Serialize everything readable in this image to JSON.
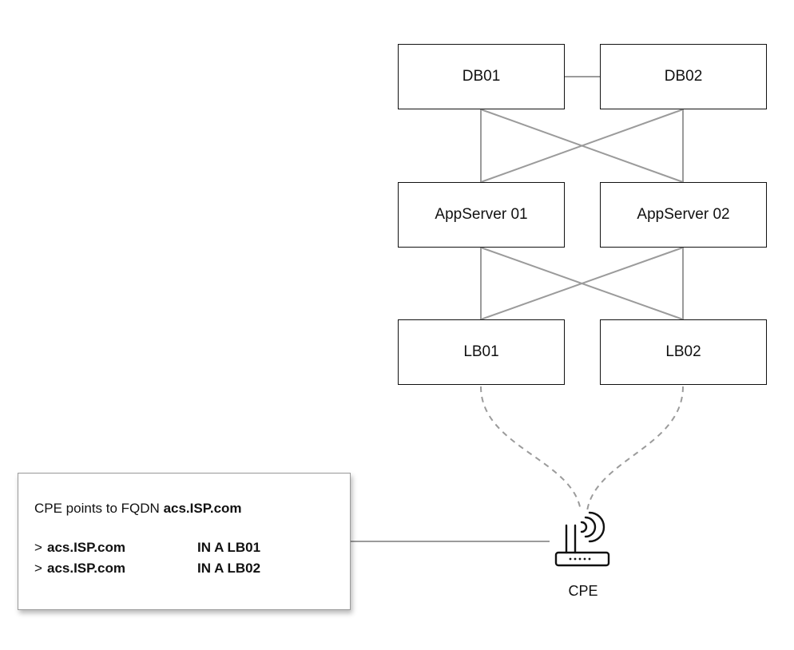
{
  "diagram": {
    "nodes": {
      "db01": "DB01",
      "db02": "DB02",
      "app01": "AppServer 01",
      "app02": "AppServer 02",
      "lb01": "LB01",
      "lb02": "LB02"
    },
    "cpe": {
      "label": "CPE",
      "icon": "wifi-router-icon"
    },
    "dns_note": {
      "title_prefix": "CPE points to FQDN ",
      "title_fqdn": "acs.ISP.com",
      "records": [
        {
          "prompt": ">",
          "host": "acs.ISP.com",
          "value": "IN A LB01"
        },
        {
          "prompt": ">",
          "host": "acs.ISP.com",
          "value": "IN A LB02"
        }
      ]
    },
    "colors": {
      "box_border": "#111111",
      "connector": "#9b9b9b"
    }
  }
}
